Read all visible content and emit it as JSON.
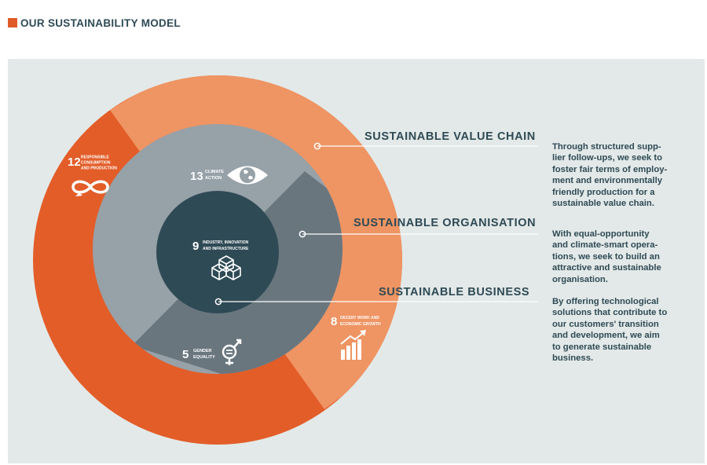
{
  "header": {
    "title": "OUR SUSTAINABILITY MODEL"
  },
  "colors": {
    "accent": "#e05a28",
    "outer_dark": "#e35d29",
    "outer_light": "#ef9463",
    "middle_light": "#97a1a8",
    "middle_dark": "#69767e",
    "inner": "#2e4a55",
    "panel": "#e3e9e8",
    "text": "#2e4a55"
  },
  "sdgs": {
    "sdg12": {
      "number": "12",
      "label_lines": [
        "RESPONSIBLE",
        "CONSUMPTION",
        "AND PRODUCTION"
      ],
      "icon": "infinity-loop-icon"
    },
    "sdg13": {
      "number": "13",
      "label_lines": [
        "CLIMATE",
        "ACTION"
      ],
      "icon": "eye-globe-icon"
    },
    "sdg9": {
      "number": "9",
      "label_lines": [
        "INDUSTRY, INNOVATION",
        "AND INFRASTRUCTURE"
      ],
      "icon": "cubes-icon"
    },
    "sdg5": {
      "number": "5",
      "label_lines": [
        "GENDER",
        "EQUALITY"
      ],
      "icon": "gender-equality-icon"
    },
    "sdg8": {
      "number": "8",
      "label_lines": [
        "DECENT WORK AND",
        "ECONOMIC GROWTH"
      ],
      "icon": "growth-chart-icon"
    }
  },
  "sections": [
    {
      "title": "SUSTAINABLE VALUE CHAIN",
      "description_lines": [
        "Through structured supp-",
        "lier follow-ups, we seek to",
        "foster fair terms of employ-",
        "ment and environmentally",
        "friendly production for a",
        "sustainable value chain."
      ]
    },
    {
      "title": "SUSTAINABLE ORGANISATION",
      "description_lines": [
        "With equal-opportunity",
        "and climate-smart opera-",
        "tions, we seek to build an",
        "attractive and sustainable",
        "organisation."
      ]
    },
    {
      "title": "SUSTAINABLE BUSINESS",
      "description_lines": [
        "By offering technological",
        "solutions that contribute to",
        "our customers' transition",
        "and development, we aim",
        "to generate sustainable",
        "business."
      ]
    }
  ]
}
